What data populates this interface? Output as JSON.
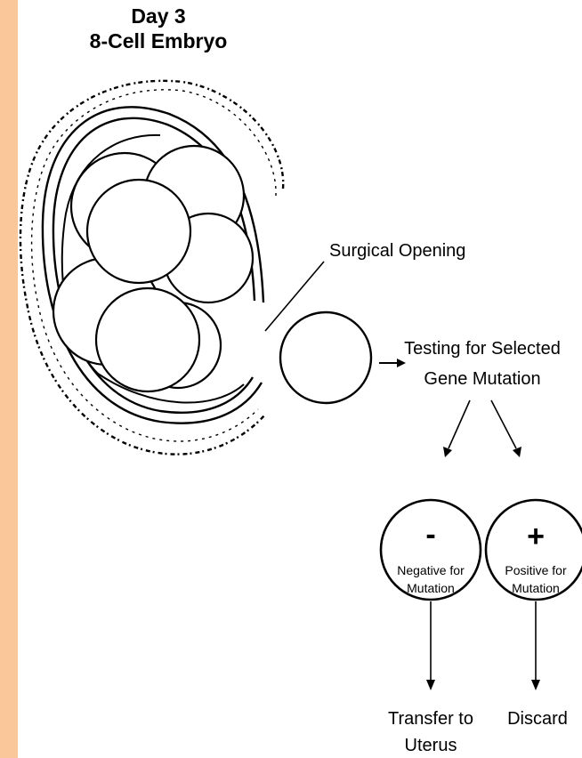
{
  "title": {
    "line1": "Day 3",
    "line2": "8-Cell Embryo"
  },
  "labels": {
    "surgical_opening": "Surgical Opening",
    "testing_line1": "Testing for Selected",
    "testing_line2": "Gene Mutation"
  },
  "negative": {
    "sign": "-",
    "line1": "Negative for",
    "line2": "Mutation"
  },
  "positive": {
    "sign": "+",
    "line1": "Positive for",
    "line2": "Mutation"
  },
  "outcomes": {
    "transfer_line1": "Transfer to",
    "transfer_line2": "Uterus",
    "discard": "Discard"
  },
  "colors": {
    "border": "#f9c79a",
    "background": "#ffffff",
    "ink": "#000000"
  }
}
